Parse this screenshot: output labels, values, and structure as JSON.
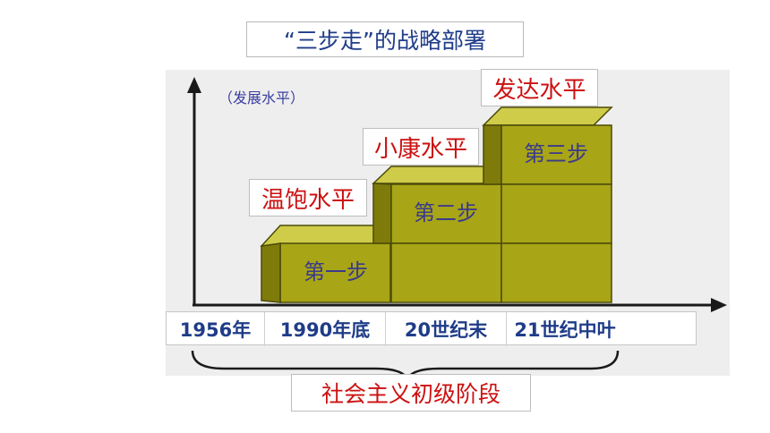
{
  "title": "“三步走”的战略部署",
  "y_axis_label": "（发展水平）",
  "levels": [
    "温饱水平",
    "小康水平",
    "发达水平"
  ],
  "steps": [
    "第一步",
    "第二步",
    "第三步"
  ],
  "years": [
    "1956年",
    "1990年底",
    "20世纪末",
    "21世纪中叶"
  ],
  "stage_label": "社会主义初级阶段",
  "colors": {
    "block_front": "#a8a517",
    "block_top": "#cfcc4a",
    "block_side": "#7e7b0b",
    "accent_red": "#cc1111",
    "text_blue": "#1f3c88"
  }
}
